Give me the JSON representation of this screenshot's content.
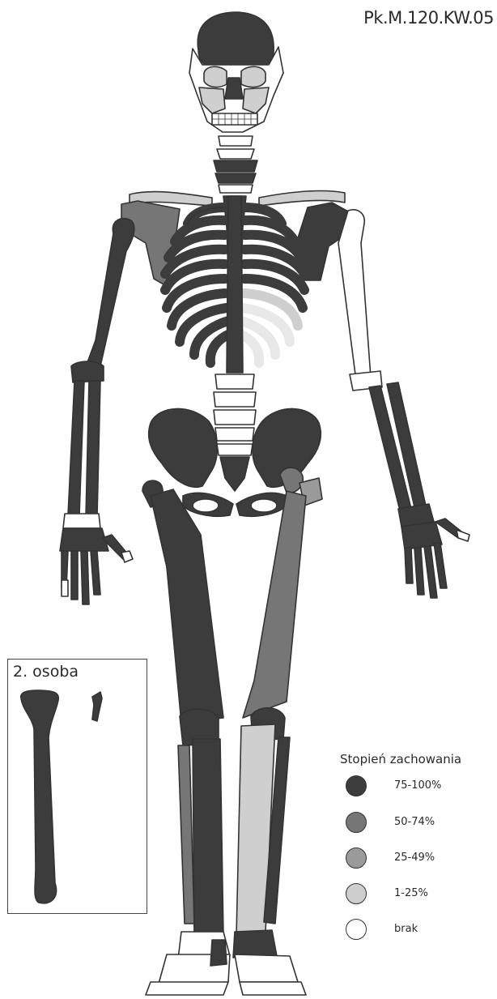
{
  "title": "Pk.M.120.KW.05",
  "colors": {
    "c75_100": "#3c3c3c",
    "c50_74": "#767676",
    "c25_49": "#9a9a9a",
    "c1_25": "#cfcfcf",
    "brak": "#ffffff",
    "outline": "#333333"
  },
  "legend": {
    "title": "Stopień zachowania",
    "items": [
      {
        "label": "75-100%",
        "color": "#3c3c3c"
      },
      {
        "label": "50-74%",
        "color": "#767676"
      },
      {
        "label": "25-49%",
        "color": "#9a9a9a"
      },
      {
        "label": "1-25%",
        "color": "#cfcfcf"
      },
      {
        "label": "brak",
        "color": "#ffffff"
      }
    ]
  },
  "inset": {
    "title": "2. osoba"
  }
}
